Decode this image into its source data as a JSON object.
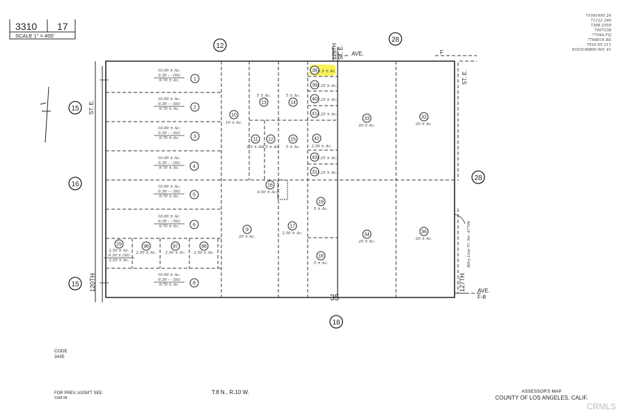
{
  "header": {
    "book": "3310",
    "page": "17",
    "scale": "SCALE 1\" = 400'"
  },
  "corner_notes": [
    "71091095 24",
    "71122 240",
    "7308 2559",
    "7407238",
    "77044 FQ",
    "7708016 BS",
    "7910 SY 211",
    "8103190800 001 41"
  ],
  "streets": {
    "st_125": "125TH",
    "st_e_top": "ST. E.",
    "ave": "AVE.",
    "f": "F",
    "st_e_right": "ST. E.",
    "st_e_left": "ST. E.",
    "st_120": "120TH",
    "st_127": "127TH",
    "ave_f8_a": "AVE.",
    "ave_f8_b": "F-8",
    "boundary_note": "Bdry Line Tr. No. 47706",
    "section": "35"
  },
  "adjacent_pages": [
    "12",
    "28",
    "15",
    "16",
    "15",
    "28",
    "18"
  ],
  "lots": [
    {
      "n": "1",
      "a": [
        "10.00 ± Ac.",
        "0.30 - - (St)",
        "9.70 ± Ac."
      ]
    },
    {
      "n": "2",
      "a": [
        "10.00 ± Ac.",
        "0.30 - - (St)",
        "9.70 ± Ac."
      ]
    },
    {
      "n": "3",
      "a": [
        "10.00 ± Ac.",
        "0.30 - - (St)",
        "9.70 ± Ac."
      ]
    },
    {
      "n": "4",
      "a": [
        "10.00 ± Ac.",
        "0.30 - - (St)",
        "9.70 ± Ac."
      ]
    },
    {
      "n": "5",
      "a": [
        "10.00 ± Ac.",
        "0.30 - - (St)",
        "9.70 ± Ac."
      ]
    },
    {
      "n": "6",
      "a": [
        "10.00 ± Ac.",
        "0.30 - - (St)",
        "9.70 ± Ac."
      ]
    },
    {
      "n": "8",
      "a": [
        "10.00 ± Ac.",
        "0.30 - - (St)",
        "9.70 ± Ac."
      ]
    },
    {
      "n": "29",
      "a": [
        "2.50 ± Ac.",
        "0.30 ± (St)",
        "2.20 ± Ac."
      ]
    },
    {
      "n": "96",
      "a": [
        "2.50 ± Ac."
      ]
    },
    {
      "n": "97",
      "a": [
        "2.50 ± Ac."
      ]
    },
    {
      "n": "98",
      "a": [
        "2.50 ± Ac."
      ]
    },
    {
      "n": "10",
      "a": [
        "10 ± Ac."
      ]
    },
    {
      "n": "13",
      "a": [
        "5 ± Ac."
      ]
    },
    {
      "n": "14",
      "a": [
        "5 ± Ac."
      ]
    },
    {
      "n": "11",
      "a": [
        "2.5 ± Ac."
      ]
    },
    {
      "n": "12",
      "a": [
        "2.5 ± Ac."
      ]
    },
    {
      "n": "15",
      "a": [
        "5 ± Ac."
      ]
    },
    {
      "n": "38",
      "a": [
        "1.5 ± Ac."
      ]
    },
    {
      "n": "39",
      "a": [
        "1.25 ± Ac."
      ]
    },
    {
      "n": "40",
      "a": [
        "1.25 ± Ac."
      ]
    },
    {
      "n": "41",
      "a": [
        "1.25 ± Ac."
      ]
    },
    {
      "n": "42",
      "a": [
        "2.50 ± Ac."
      ]
    },
    {
      "n": "43",
      "a": [
        "1.25 ± Ac."
      ]
    },
    {
      "n": "31",
      "a": [
        "1.25 ± Ac."
      ]
    },
    {
      "n": "16",
      "a": [
        "0.50 ± Ac."
      ]
    },
    {
      "n": "9",
      "a": [
        "20 ± Ac."
      ]
    },
    {
      "n": "17",
      "a": [
        "2.50 ± Ac."
      ]
    },
    {
      "n": "19",
      "a": [
        "5 ± Ac."
      ]
    },
    {
      "n": "18",
      "a": [
        "5 ± Ac."
      ]
    },
    {
      "n": "33",
      "a": [
        "20 ± Ac."
      ]
    },
    {
      "n": "32",
      "a": [
        "20 ± Ac."
      ]
    },
    {
      "n": "34",
      "a": [
        "20 ± Ac."
      ]
    },
    {
      "n": "36",
      "a": [
        "20 ± Ac."
      ]
    }
  ],
  "highlight_color": "#f7ef3a",
  "footer": {
    "code_label": "CODE",
    "code": "3435",
    "prev_label": "FOR PREV. ASSM'T SEE:",
    "prev_ref": "3168-38",
    "township": "T.8 N., R.10 W.",
    "title1": "ASSESSOR'S MAP",
    "title2": "COUNTY OF LOS ANGELES, CALIF.",
    "watermark": "CRMLS"
  }
}
